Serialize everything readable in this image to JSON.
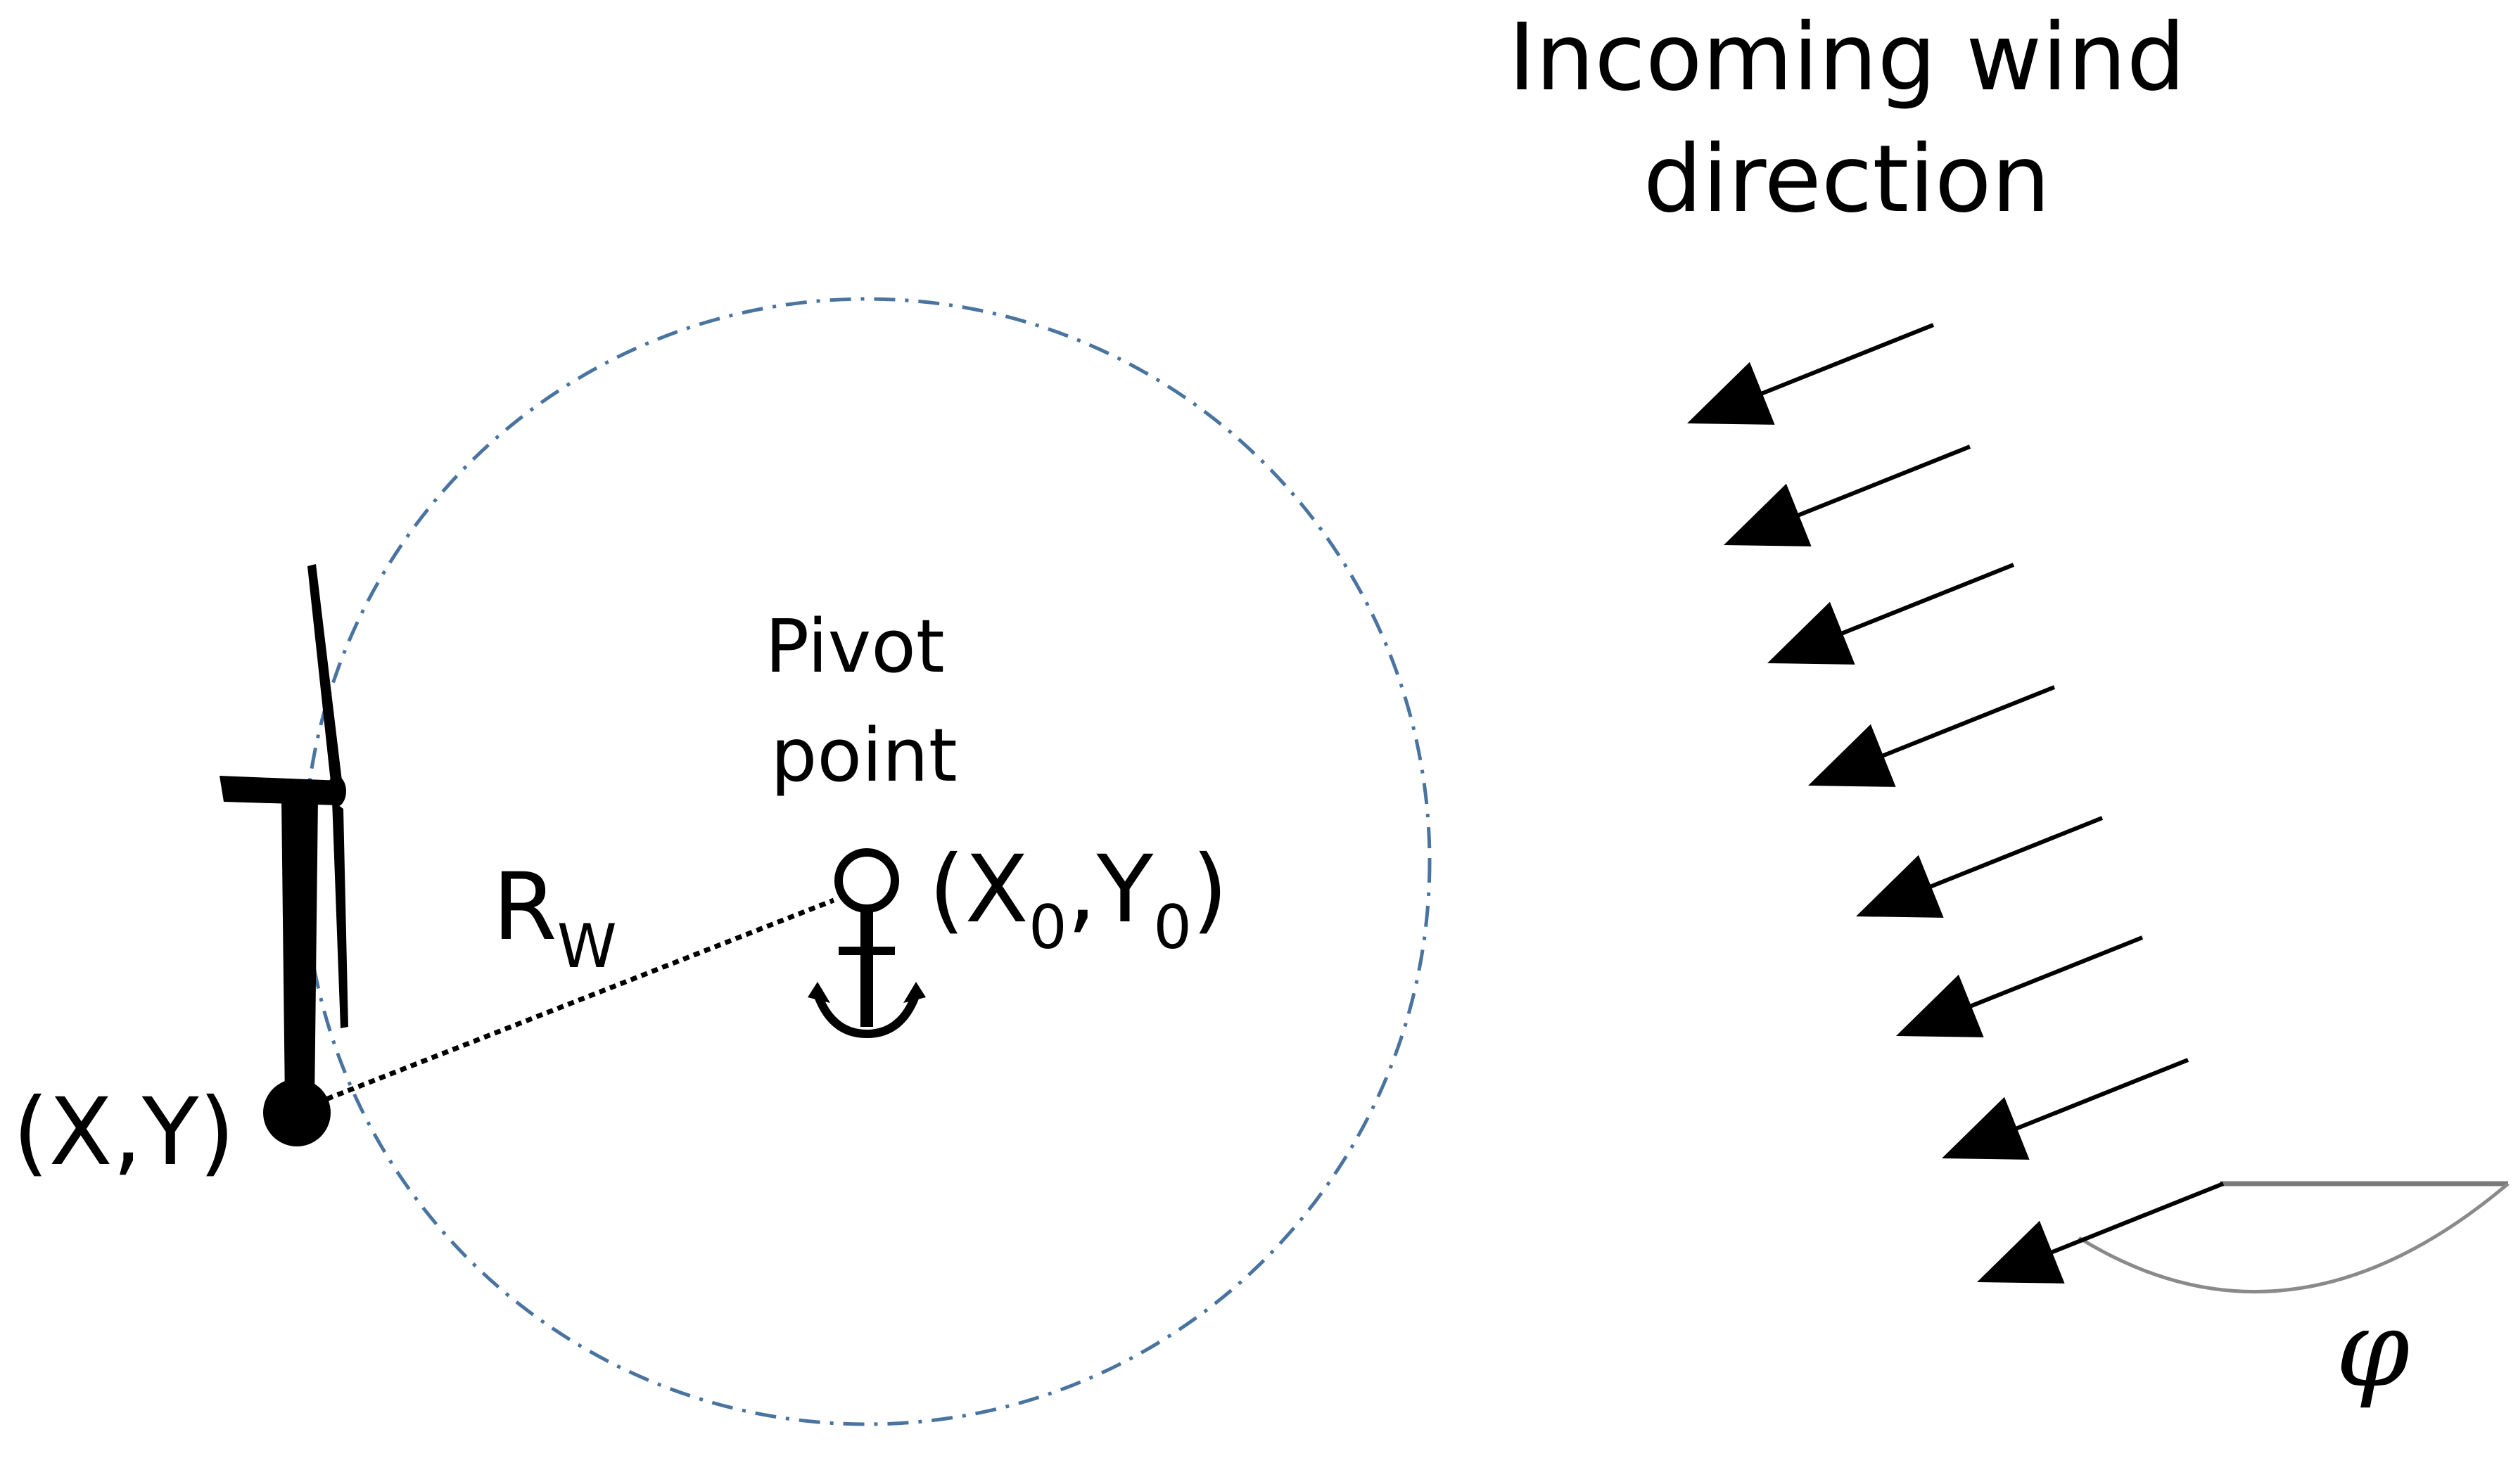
{
  "labels": {
    "wind_direction_line1": "Incoming wind",
    "wind_direction_line2": "direction",
    "pivot_line1": "Pivot",
    "pivot_line2": "point",
    "radius_main": "R",
    "radius_sub": "W",
    "turbine_position": "(X,Y)",
    "pivot_coord_open": "(X",
    "pivot_coord_sub1": "0",
    "pivot_coord_mid": ",Y",
    "pivot_coord_sub2": "0",
    "pivot_coord_close": ")",
    "angle": "φ"
  },
  "icons": {
    "turbine": "wind-turbine-icon",
    "anchor": "anchor-icon",
    "pivot": "pivot-circle-icon",
    "wind_arrows": "arrow-left-down-icon"
  },
  "colors": {
    "circle": "#4a74a0",
    "ink": "#000000",
    "angle_arc": "#8a8a8a",
    "angle_ref": "#7a7a7a"
  },
  "wind_arrow_count": 8
}
